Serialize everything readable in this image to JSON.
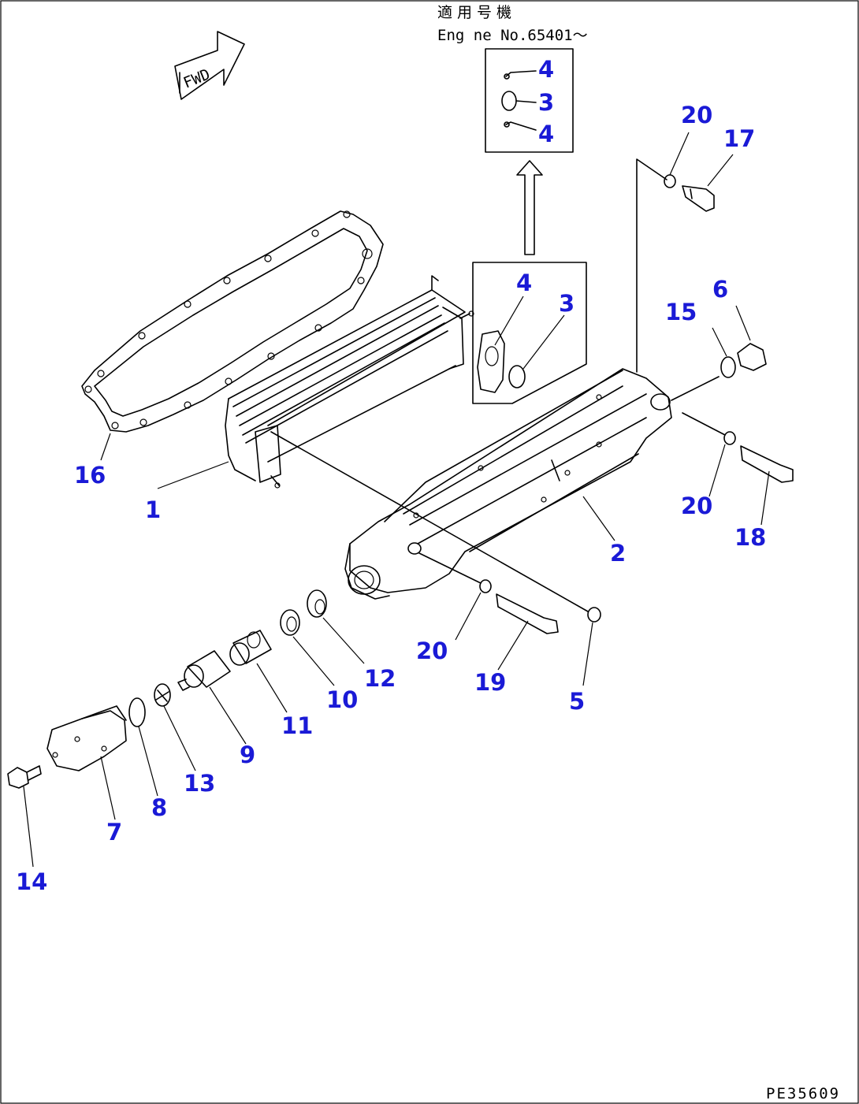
{
  "header": {
    "applicable_jp": "適用号機",
    "serial_range": "Eng ne No.65401～"
  },
  "fwd_label": "FWD",
  "drawing_code": "PE35609",
  "inset_callouts": [
    "4",
    "3",
    "4"
  ],
  "callouts": [
    "1",
    "2",
    "3",
    "4",
    "5",
    "6",
    "7",
    "8",
    "9",
    "10",
    "11",
    "12",
    "13",
    "14",
    "15",
    "16",
    "17",
    "18",
    "19",
    "20",
    "20",
    "20"
  ],
  "colors": {
    "callout": "#1a1ad6",
    "line": "#000000"
  }
}
